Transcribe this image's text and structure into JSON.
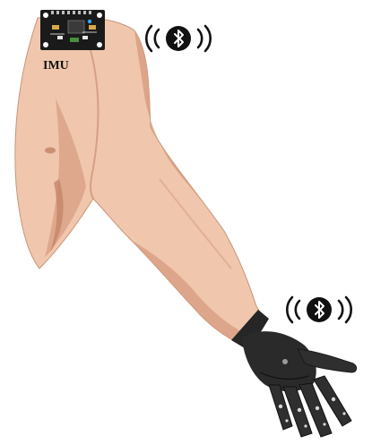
{
  "figure": {
    "imu_label": "IMU",
    "icons": {
      "sensor_board": "imu-sensor-board",
      "upper_bluetooth": "bluetooth-icon",
      "hand_bluetooth": "bluetooth-icon",
      "arm": "arm-illustration",
      "prosthetic_hand": "prosthetic-hand"
    },
    "colors": {
      "skin": "#f0c7ad",
      "skin_shadow": "#d89e82",
      "skin_deep_shadow": "#c4856a",
      "pcb": "#1a1a1a",
      "prosthetic": "#262626",
      "bluetooth_badge": "#111111"
    }
  }
}
